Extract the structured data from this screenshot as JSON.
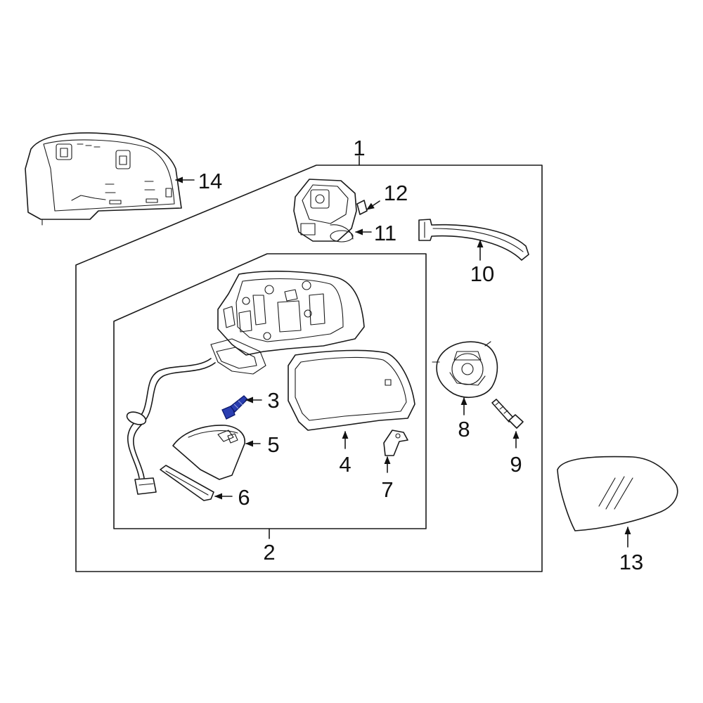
{
  "colors": {
    "line": "#1a1a1a",
    "highlight": "#2a3eb1",
    "background": "#ffffff"
  },
  "callouts": {
    "c1": "1",
    "c2": "2",
    "c3": "3",
    "c4": "4",
    "c5": "5",
    "c6": "6",
    "c7": "7",
    "c8": "8",
    "c9": "9",
    "c10": "10",
    "c11": "11",
    "c12": "12",
    "c13": "13",
    "c14": "14"
  }
}
